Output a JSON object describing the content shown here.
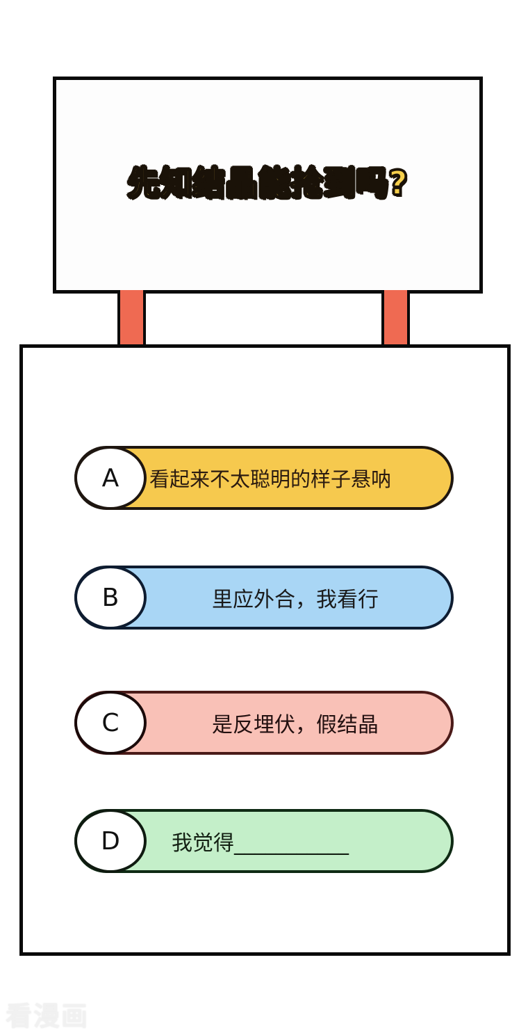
{
  "question": {
    "title": "先知结晶能抢到吗?",
    "title_color": "#F6CF4C"
  },
  "posts": {
    "color": "#EF6A52"
  },
  "options": [
    {
      "letter": "A",
      "text": "看起来不太聪明的样子悬呐",
      "fill": "#F6C94E",
      "border": "#1e1610"
    },
    {
      "letter": "B",
      "text": "里应外合，我看行",
      "fill": "#A9D6F5",
      "border": "#0e1c30"
    },
    {
      "letter": "C",
      "text": "是反埋伏，假结晶",
      "fill": "#F9C1B7",
      "border": "#4A1A18"
    },
    {
      "letter": "D",
      "text": "我觉得___________",
      "fill": "#C4EFC9",
      "border": "#0f2a14"
    }
  ],
  "watermark": {
    "text": "看漫画"
  }
}
